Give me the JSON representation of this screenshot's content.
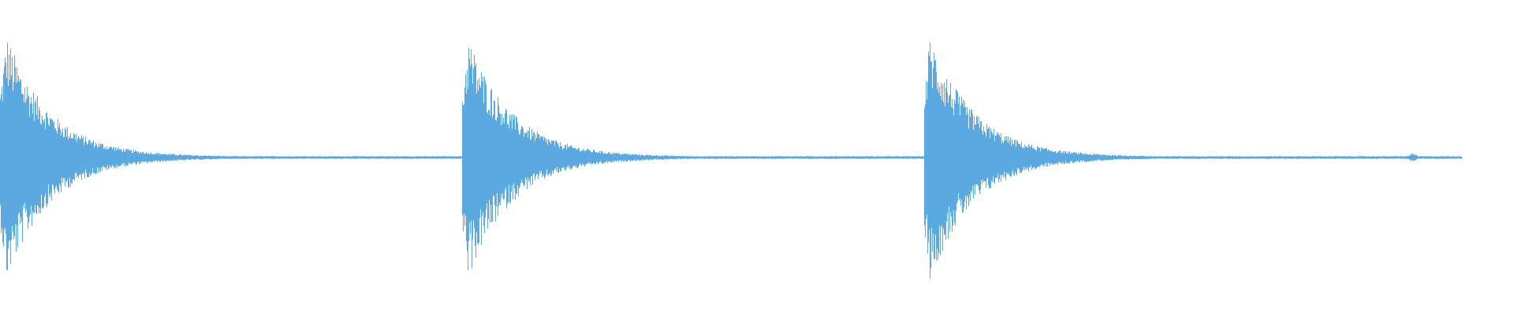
{
  "waveform": {
    "color": "#5aa9e0",
    "background": "#ffffff",
    "hits": [
      {
        "start": 0.0,
        "peak": 1.0,
        "decay": 1.0
      },
      {
        "start": 0.305,
        "peak": 0.98,
        "decay": 1.0
      },
      {
        "start": 0.61,
        "peak": 1.0,
        "decay": 1.0
      }
    ],
    "tail_blip": {
      "at": 0.933,
      "amplitude": 0.04
    },
    "noise_floor": 0.012,
    "end": 0.965
  }
}
